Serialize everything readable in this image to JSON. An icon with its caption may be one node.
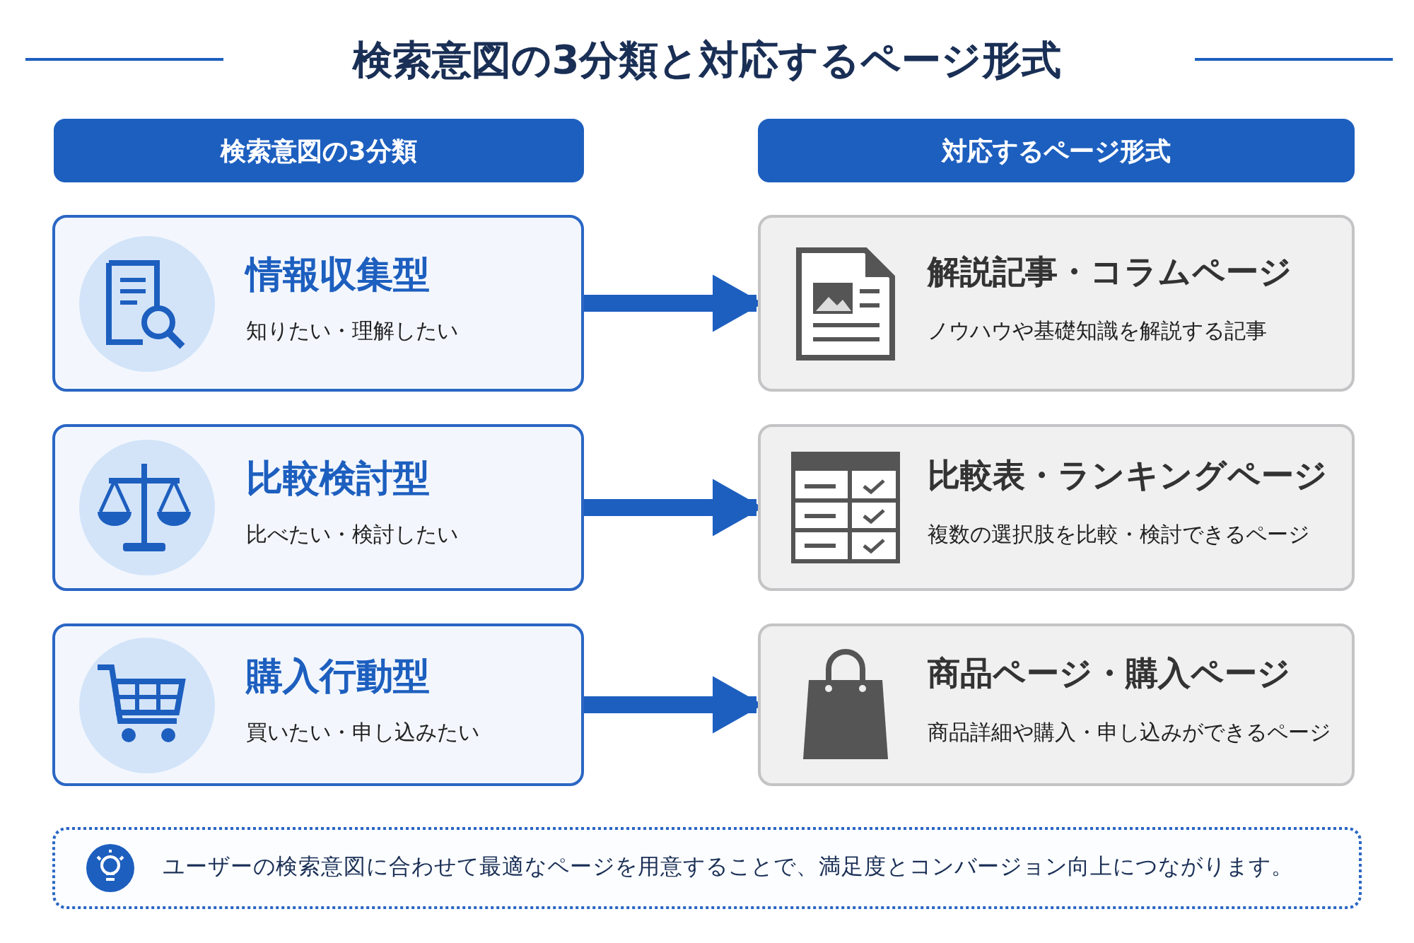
{
  "diagram": {
    "title": "検索意図の3分類と対応するページ形式",
    "nodes": [
      {
        "text": [
          "検索意図の3分類"
        ]
      },
      {
        "text": [
          "対応するページ形式"
        ]
      },
      {
        "text": [
          "情報収集型",
          "知りたい・理解したい"
        ]
      },
      {
        "text": [
          "解説記事・コラムページ",
          "ノウハウや基礎知識を解説する記事"
        ]
      },
      {
        "text": [
          "比較検討型",
          "比べたい・検討したい"
        ]
      },
      {
        "text": [
          "比較表・ランキングページ",
          "複数の選択肢を比較・検討できるページ"
        ]
      },
      {
        "text": [
          "購入行動型",
          "買いたい・申し込みたい"
        ]
      },
      {
        "text": [
          "商品ページ・購入ページ",
          "商品詳細や購入・申し込みができるページ"
        ]
      },
      {
        "text": [
          "ユーザーの検索意図に合わせて最適なページを用意することで、満足度とコンバージョン向上につながります。"
        ]
      }
    ],
    "edges": [
      {
        "from": 2,
        "to": 3,
        "arrow": "to"
      },
      {
        "from": 4,
        "to": 5,
        "arrow": "to"
      },
      {
        "from": 6,
        "to": 7,
        "arrow": "to"
      }
    ]
  }
}
